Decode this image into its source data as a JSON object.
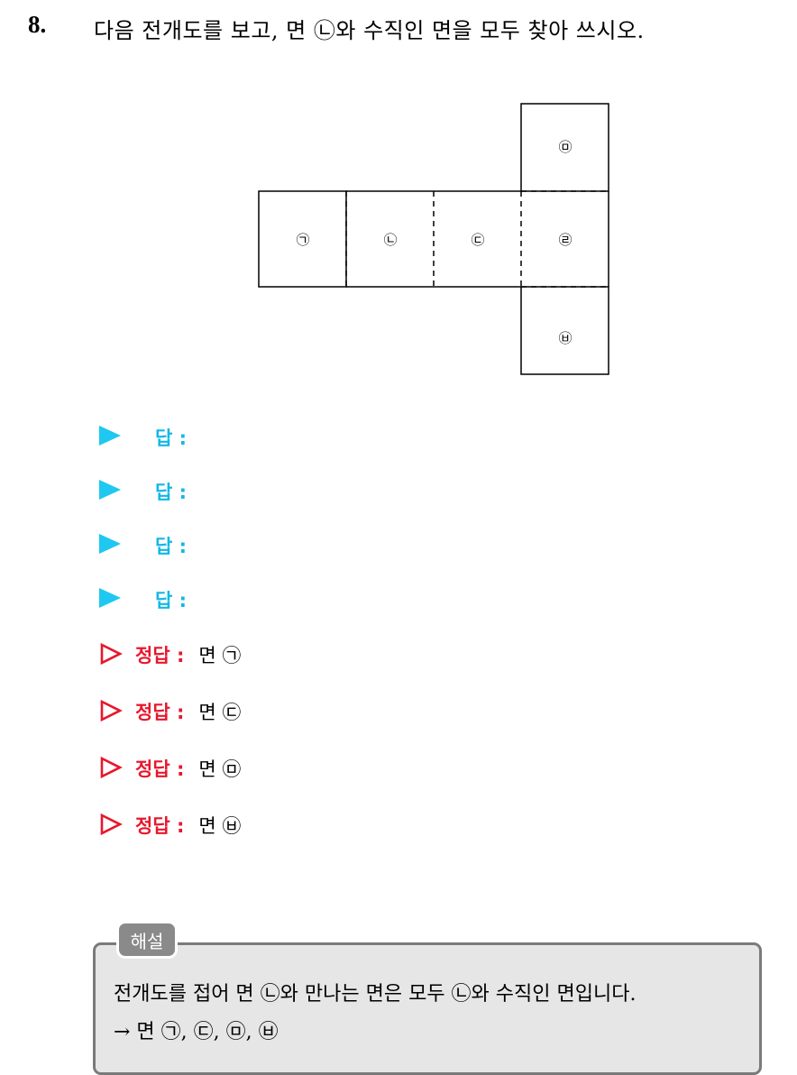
{
  "question": {
    "number": "8.",
    "text": "다음 전개도를 보고, 면 ㉡와 수직인 면을 모두 찾아 쓰시오."
  },
  "net": {
    "faces": [
      {
        "id": "giyeok",
        "label": "㉠"
      },
      {
        "id": "nieun",
        "label": "㉡"
      },
      {
        "id": "digeut",
        "label": "㉢"
      },
      {
        "id": "rieul",
        "label": "㉣"
      },
      {
        "id": "mieum",
        "label": "㉤"
      },
      {
        "id": "bieup",
        "label": "㉥"
      }
    ]
  },
  "answer_prompts": [
    {
      "label": "답 :"
    },
    {
      "label": "답 :"
    },
    {
      "label": "답 :"
    },
    {
      "label": "답 :"
    }
  ],
  "answer_key": [
    {
      "label": "정답 :",
      "value": "면 ㉠"
    },
    {
      "label": "정답 :",
      "value": "면 ㉢"
    },
    {
      "label": "정답 :",
      "value": "면 ㉤"
    },
    {
      "label": "정답 :",
      "value": "면 ㉥"
    }
  ],
  "explanation": {
    "tab": "해설",
    "line1": "전개도를 접어 면 ㉡와 만나는 면은 모두 ㉡와 수직인 면입니다.",
    "line2": "→ 면 ㉠, ㉢, ㉤, ㉥"
  },
  "colors": {
    "answer_prompt": "#12b8e6",
    "answer_key": "#e8172c",
    "explanation_bg": "#e6e6e6",
    "explanation_tab": "#8a8a8a"
  }
}
